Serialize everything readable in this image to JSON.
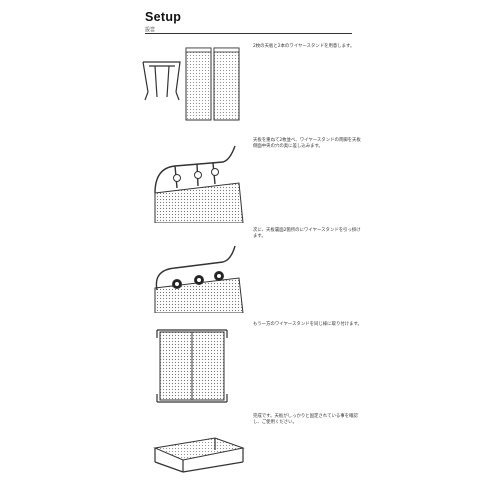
{
  "header": {
    "title": "Setup",
    "subtitle": "設営"
  },
  "steps": [
    {
      "text": "2枚の天板と2本のワイヤースタンドを用意します。"
    },
    {
      "text": "天板を重ねて2枚並べ、ワイヤースタンドの両脚を天板側面中央の穴の奥に差し込みます。"
    },
    {
      "text": "次に、天板裏面2箇所のにワイヤースタンドを引っ掛けます。"
    },
    {
      "text": "もう一方のワイヤースタンドを同じ様に取り付けます。"
    },
    {
      "text": "完成です。天板がしっかりと固定されている事を確認し、ご使用ください。"
    }
  ],
  "colors": {
    "line": "#333333",
    "text": "#333333",
    "rule": "#333333"
  }
}
